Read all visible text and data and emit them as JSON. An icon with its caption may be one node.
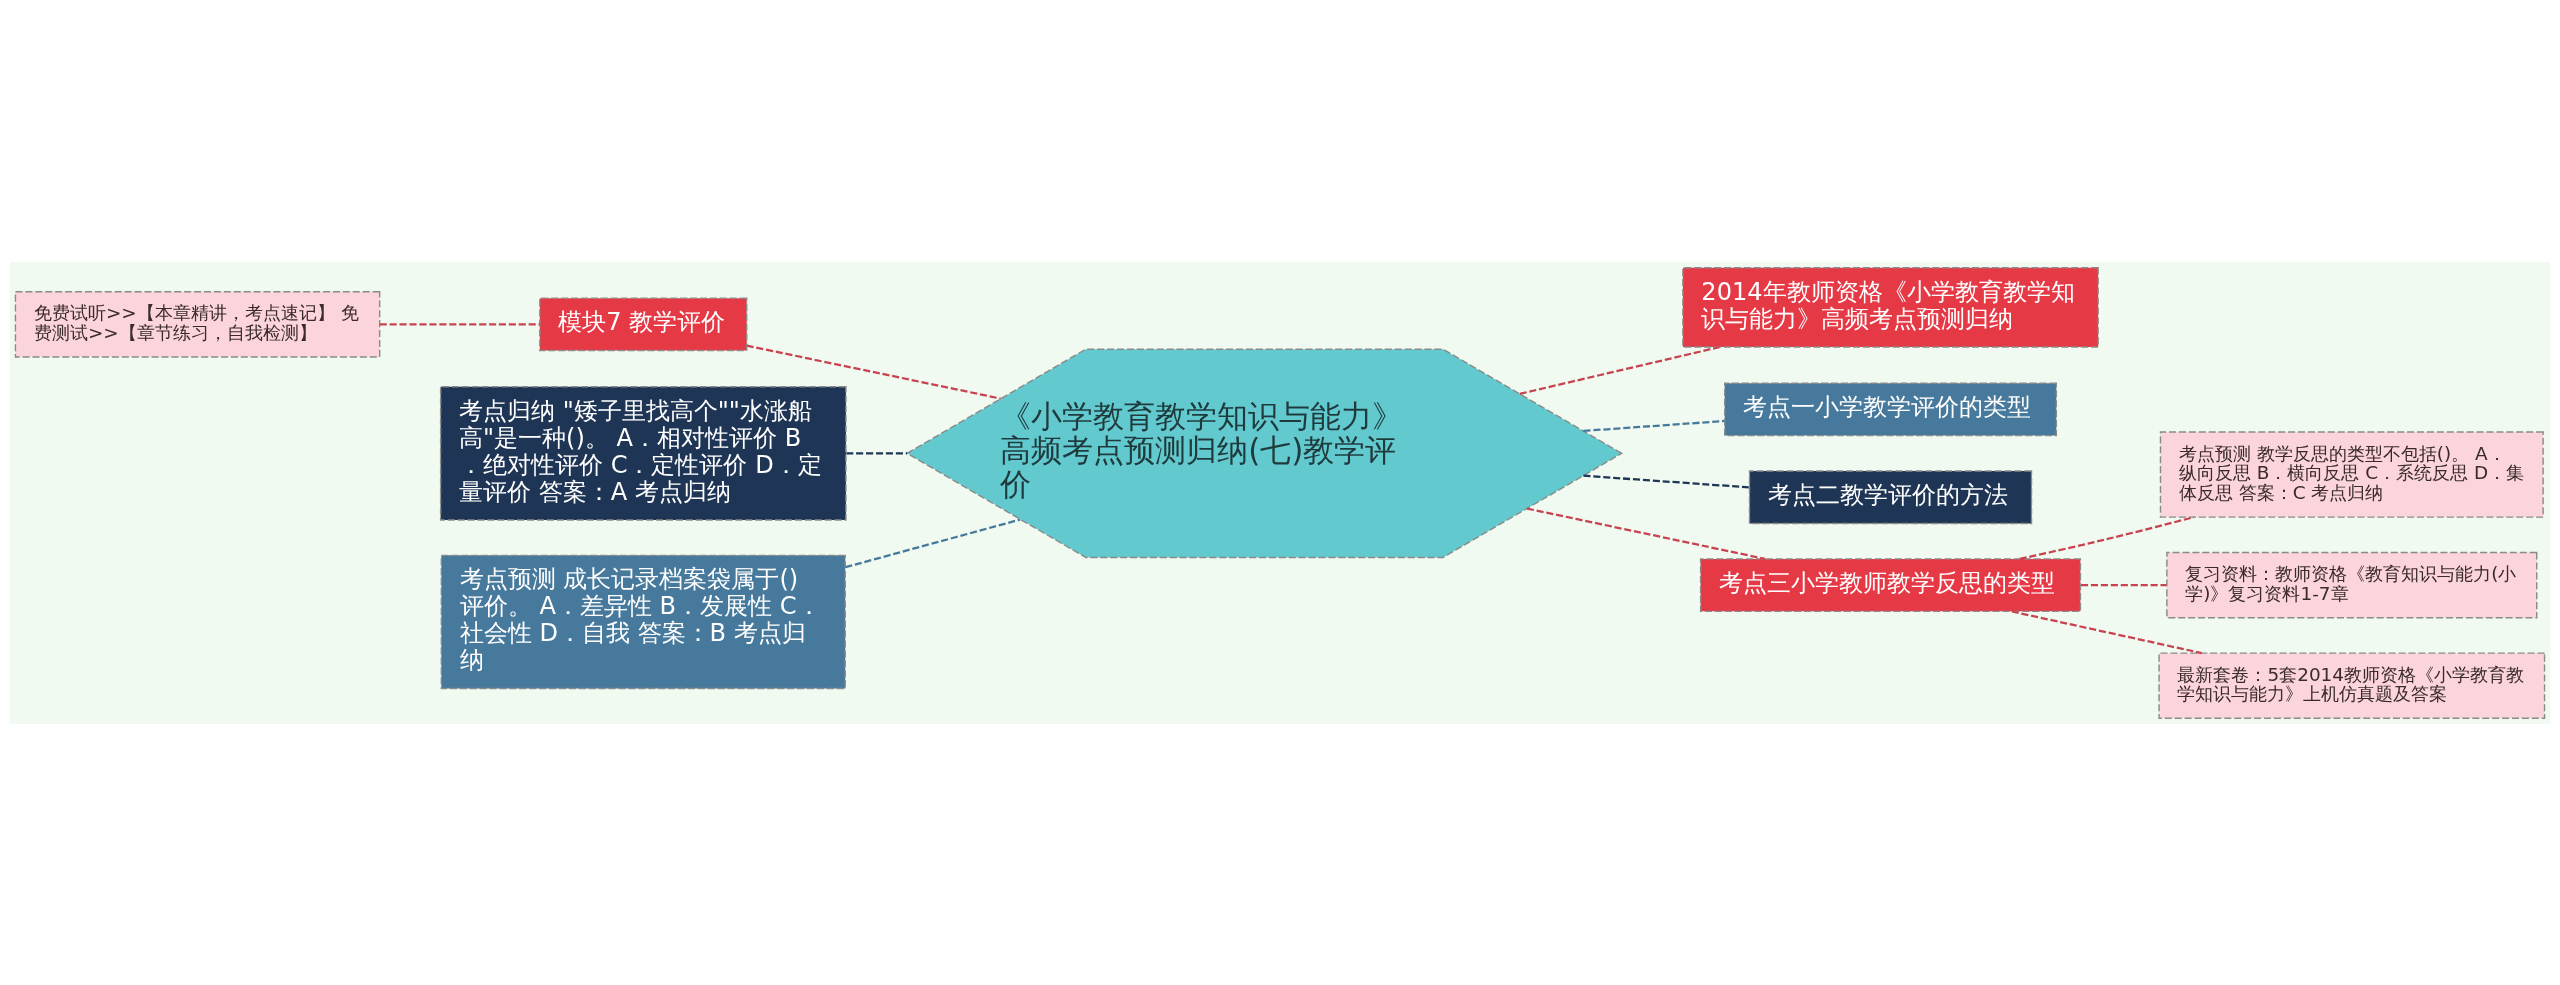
{
  "diagram": {
    "nodes": [
      {
        "text": [
          "《小学教育教学知识与能力》高频考点预测归纳(七)教学评价"
        ]
      },
      {
        "text": [
          "模块7 教学评价"
        ]
      },
      {
        "text": [
          "免费试听>>【本章精讲，考点速记】 免费测试>>【章节练习，自我检测】"
        ]
      },
      {
        "text": [
          "考点归纳 \"矮子里找高个\"\"水涨船高\"是一种()。 A．相对性评价 B．绝对性评价 C．定性评价 D．定量评价 答案：A 考点归纳"
        ]
      },
      {
        "text": [
          "考点预测 成长记录档案袋属于()评价。 A．差异性 B．发展性 C．社会性 D．自我 答案：B 考点归纳"
        ]
      },
      {
        "text": [
          "2014年教师资格《小学教育教学知识与能力》高频考点预测归纳"
        ]
      },
      {
        "text": [
          "考点一小学教学评价的类型"
        ]
      },
      {
        "text": [
          "考点二教学评价的方法"
        ]
      },
      {
        "text": [
          "考点三小学教师教学反思的类型"
        ]
      },
      {
        "text": [
          "考点预测 教学反思的类型不包括()。 A．纵向反思 B．横向反思 C．系统反思 D．集体反思 答案：C 考点归纳"
        ]
      },
      {
        "text": [
          "复习资料：教师资格《教育知识与能力(小学)》复习资料1-7章"
        ]
      },
      {
        "text": [
          "最新套卷：5套2014教师资格《小学教育教学知识与能力》上机仿真题及答案"
        ]
      }
    ],
    "edges": [
      {
        "from": 2,
        "to": 1,
        "arrow": "none",
        "style": "dashed"
      },
      {
        "from": 1,
        "to": 0,
        "arrow": "none",
        "style": "dashed"
      },
      {
        "from": 3,
        "to": 0,
        "arrow": "none",
        "style": "dashed",
        "color": "#1e3555"
      },
      {
        "from": 4,
        "to": 0,
        "arrow": "none",
        "style": "dashed",
        "color": "#46799c"
      },
      {
        "from": 0,
        "to": 5,
        "arrow": "none",
        "style": "dashed"
      },
      {
        "from": 0,
        "to": 6,
        "arrow": "none",
        "style": "dashed",
        "color": "#46799c"
      },
      {
        "from": 0,
        "to": 7,
        "arrow": "none",
        "style": "dashed",
        "color": "#1e3555"
      },
      {
        "from": 0,
        "to": 8,
        "arrow": "none",
        "style": "dashed"
      },
      {
        "from": 8,
        "to": 9,
        "arrow": "none",
        "style": "dashed"
      },
      {
        "from": 8,
        "to": 10,
        "arrow": "none",
        "style": "dashed"
      },
      {
        "from": 8,
        "to": 11,
        "arrow": "none",
        "style": "dashed"
      }
    ]
  }
}
